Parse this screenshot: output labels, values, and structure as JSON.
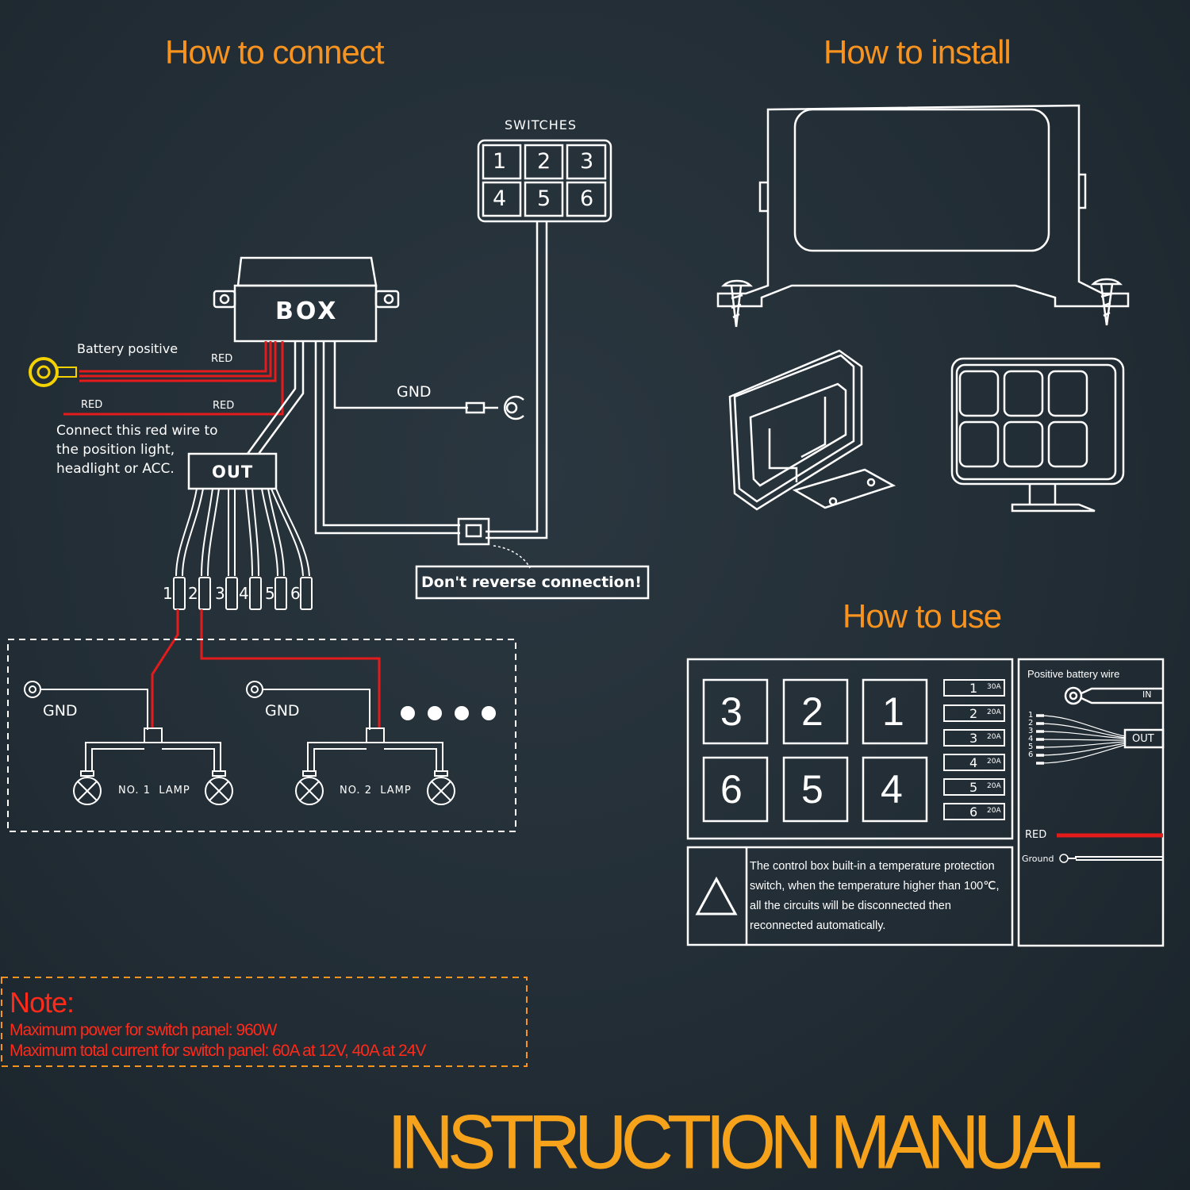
{
  "headings": {
    "connect": "How to connect",
    "install": "How to install",
    "use": "How to use"
  },
  "connect": {
    "switches_label": "SWITCHES",
    "switch_numbers": [
      "1",
      "2",
      "3",
      "4",
      "5",
      "6"
    ],
    "box_label": "BOX",
    "out_label": "OUT",
    "battery_positive": "Battery positive",
    "red_1": "RED",
    "red_2": "RED",
    "red_3": "RED",
    "gnd": "GND",
    "red_wire_note": [
      "Connect this red wire to",
      "the position light,",
      "headlight or ACC."
    ],
    "connector_numbers": [
      "1",
      "2",
      "3",
      "4",
      "5",
      "6"
    ],
    "warning_box": "Don't reverse connection!",
    "lamp_gnd_1": "GND",
    "lamp_gnd_2": "GND",
    "lamp_1": "NO. 1  LAMP",
    "lamp_2": "NO. 2  LAMP"
  },
  "use": {
    "panel_buttons": [
      "3",
      "2",
      "1",
      "6",
      "5",
      "4"
    ],
    "fuses": [
      {
        "num": "1",
        "rating": "30A"
      },
      {
        "num": "2",
        "rating": "20A"
      },
      {
        "num": "3",
        "rating": "20A"
      },
      {
        "num": "4",
        "rating": "20A"
      },
      {
        "num": "5",
        "rating": "20A"
      },
      {
        "num": "6",
        "rating": "20A"
      }
    ],
    "positive_battery_wire": "Positive battery wire",
    "in_label": "IN",
    "out_label": "OUT",
    "wire_numbers": [
      "1",
      "2",
      "3",
      "4",
      "5",
      "6"
    ],
    "red_label": "RED",
    "ground_label": "Ground",
    "warning_text": "The control box built-in a temperature protection switch, when the temperature higher than 100℃, all the circuits will be disconnected then reconnected automatically."
  },
  "note": {
    "title": "Note:",
    "line1": "Maximum power for switch panel: 960W",
    "line2": "Maximum total current for switch panel: 60A at 12V, 40A at 24V"
  },
  "manual_title": "INSTRUCTION MANUAL",
  "colors": {
    "heading": "#f7931e",
    "note": "#ff2a1a",
    "wire_red": "#e31b1b",
    "line": "#ffffff"
  }
}
